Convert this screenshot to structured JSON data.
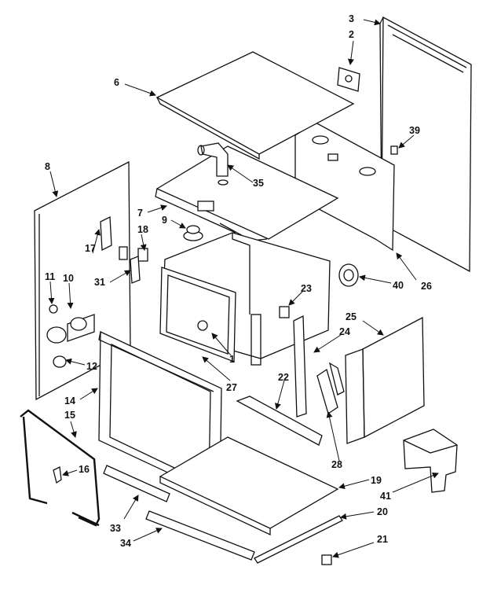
{
  "labels": [
    "1",
    "2",
    "3",
    "6",
    "7",
    "8",
    "9",
    "10",
    "11",
    "12",
    "14",
    "15",
    "16",
    "17",
    "18",
    "19",
    "20",
    "21",
    "22",
    "23",
    "24",
    "25",
    "26",
    "27",
    "28",
    "31",
    "33",
    "34",
    "35",
    "39",
    "40",
    "41"
  ],
  "colors": {
    "ink": "#111111",
    "paper": "#ffffff"
  }
}
